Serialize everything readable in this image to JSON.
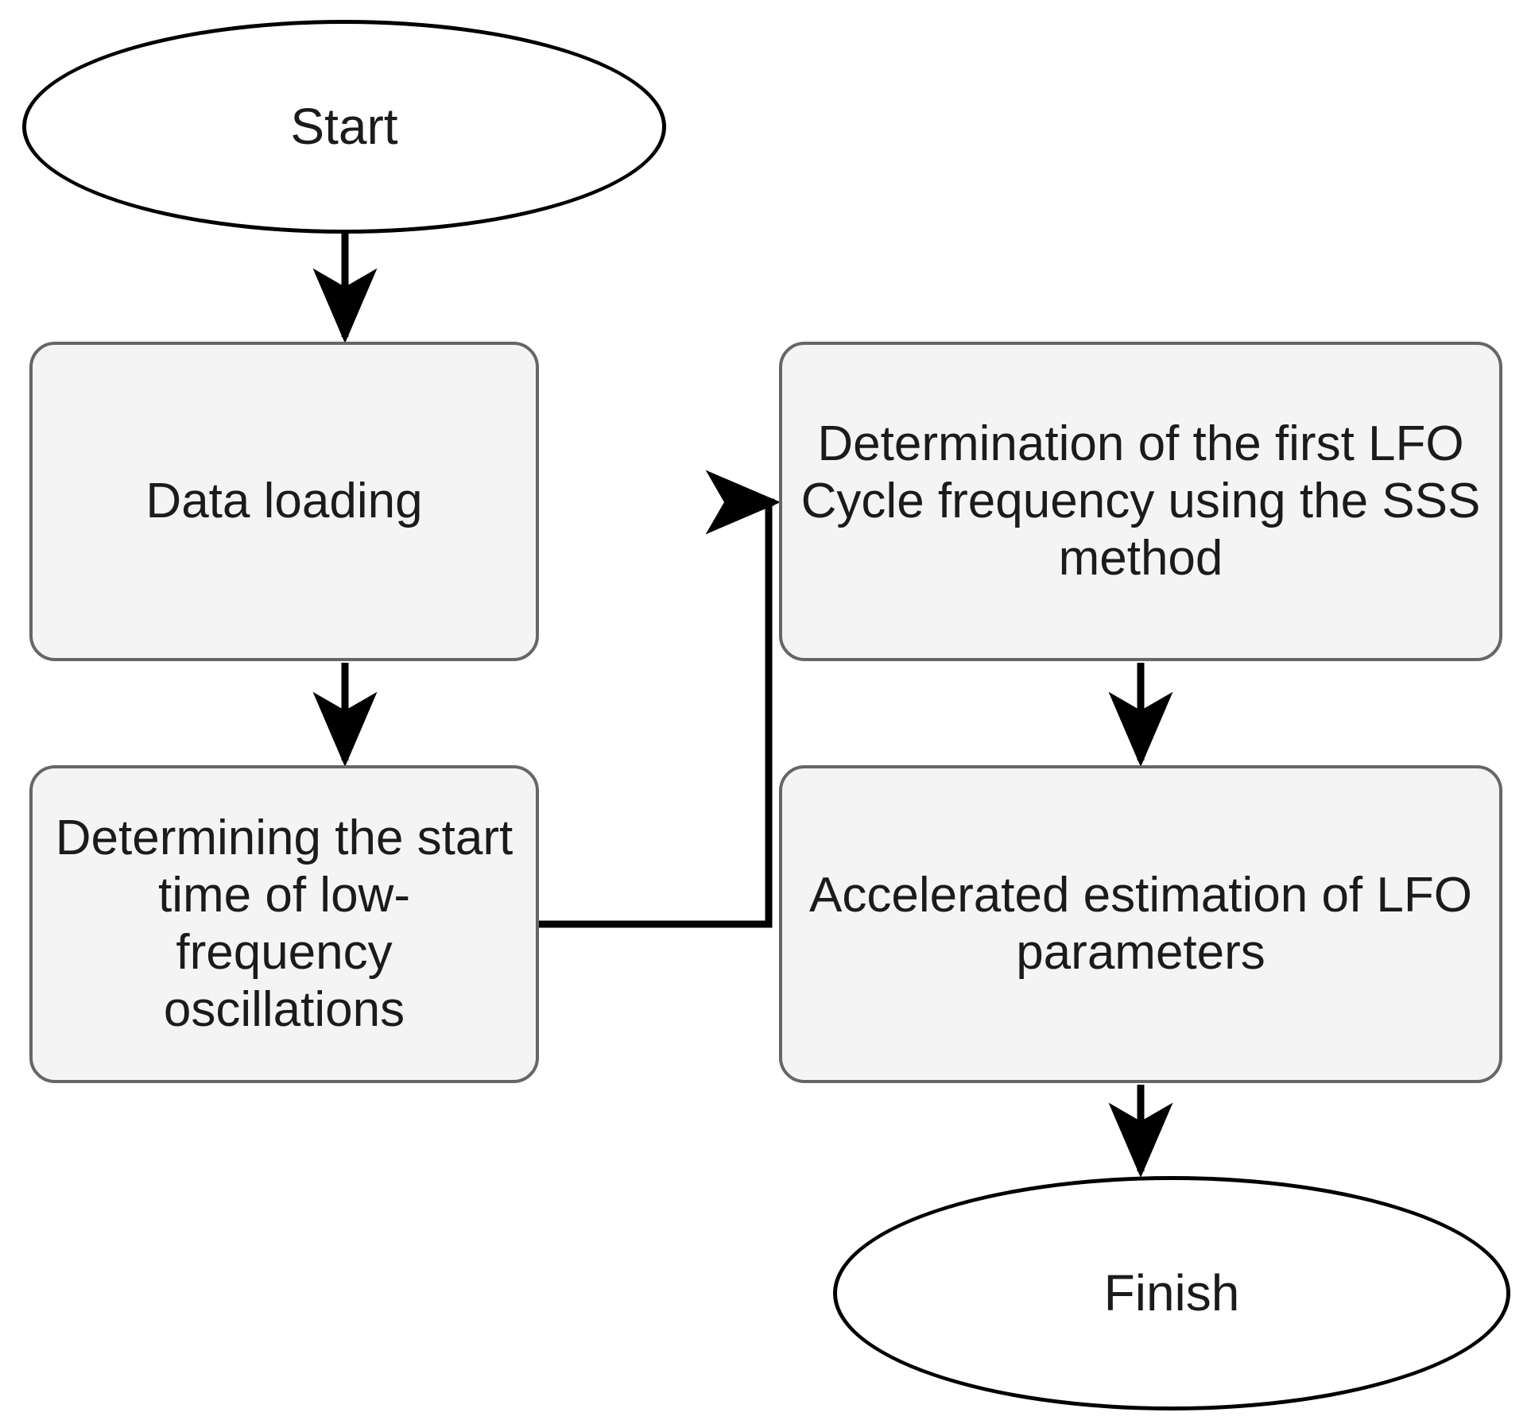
{
  "diagram": {
    "type": "flowchart",
    "title": "LFO parameter estimation flowchart",
    "background_color": "#ffffff",
    "palette": {
      "process_fill": "#f4f4f4",
      "process_border": "#666666",
      "terminator_fill": "#ffffff",
      "terminator_border": "#000000",
      "edge_color": "#000000",
      "text_color": "#1b1b1b"
    },
    "nodes": [
      {
        "id": "start",
        "shape": "ellipse",
        "role": "terminator",
        "label": "Start"
      },
      {
        "id": "data-loading",
        "shape": "rounded-rectangle",
        "role": "process",
        "label": "Data loading"
      },
      {
        "id": "start-time",
        "shape": "rounded-rectangle",
        "role": "process",
        "label": "Determining the start time of low-frequency oscillations"
      },
      {
        "id": "first-lfo",
        "shape": "rounded-rectangle",
        "role": "process",
        "label": "Determination of the first LFO Cycle frequency using the SSS method"
      },
      {
        "id": "accelerated",
        "shape": "rounded-rectangle",
        "role": "process",
        "label": "Accelerated estimation of LFO parameters"
      },
      {
        "id": "finish",
        "shape": "ellipse",
        "role": "terminator",
        "label": "Finish"
      }
    ],
    "edges": [
      {
        "id": "e1",
        "from": "start",
        "to": "data-loading",
        "style": "straight-vertical",
        "arrow": "end"
      },
      {
        "id": "e2",
        "from": "data-loading",
        "to": "start-time",
        "style": "straight-vertical",
        "arrow": "end"
      },
      {
        "id": "e3",
        "from": "start-time",
        "to": "first-lfo",
        "style": "orthogonal-elbow",
        "arrow": "end"
      },
      {
        "id": "e4",
        "from": "first-lfo",
        "to": "accelerated",
        "style": "straight-vertical",
        "arrow": "end"
      },
      {
        "id": "e5",
        "from": "accelerated",
        "to": "finish",
        "style": "straight-vertical",
        "arrow": "end"
      }
    ]
  }
}
